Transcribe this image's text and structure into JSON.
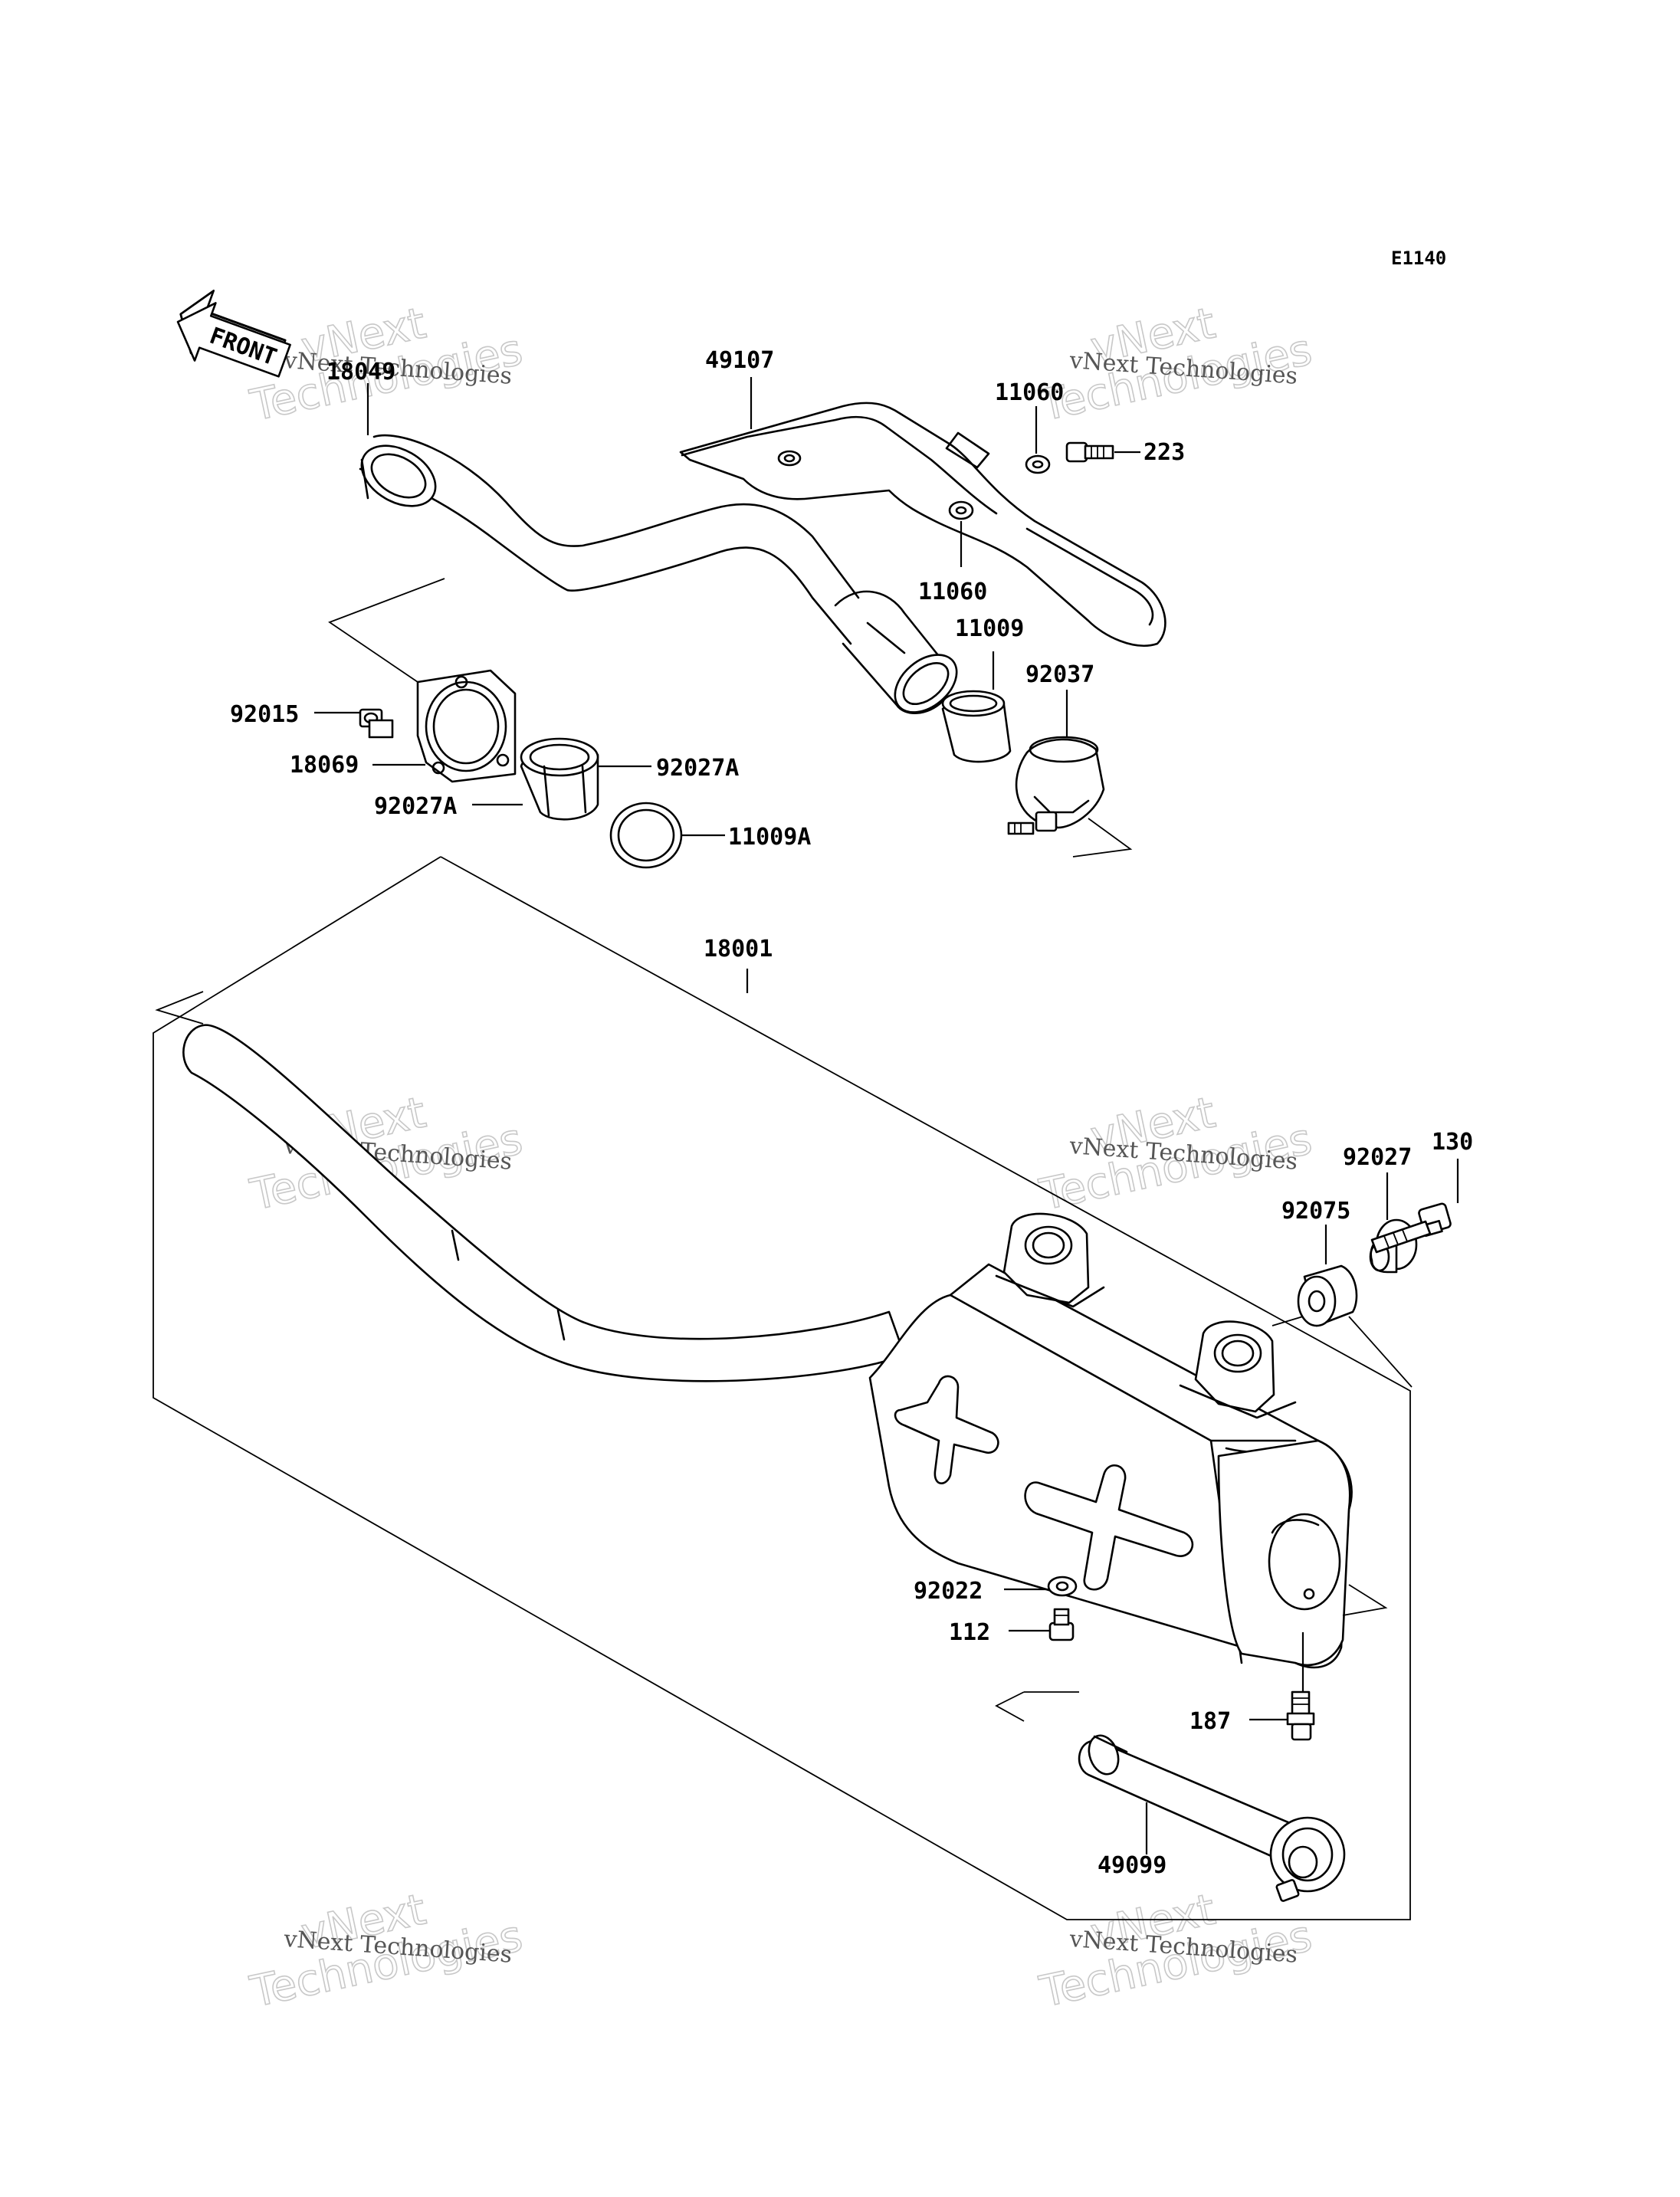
{
  "diagram_code": "E1140",
  "front_label": "FRONT",
  "watermark": {
    "line1": "vNext Technologies",
    "big1": "vNext",
    "big2": "Technologies"
  },
  "parts": {
    "p18049": "18049",
    "p49107": "49107",
    "p11060a": "11060",
    "p223": "223",
    "p11060b": "11060",
    "p11009": "11009",
    "p92037": "92037",
    "p92015": "92015",
    "p18069": "18069",
    "p92027A_r": "92027A",
    "p92027A_l": "92027A",
    "p11009A": "11009A",
    "p18001": "18001",
    "p130": "130",
    "p92027": "92027",
    "p92075": "92075",
    "p92022": "92022",
    "p112": "112",
    "p187": "187",
    "p49099": "49099"
  }
}
